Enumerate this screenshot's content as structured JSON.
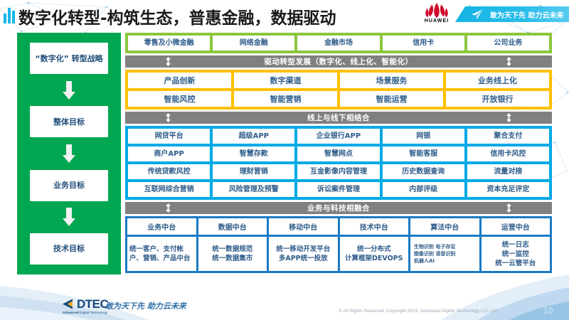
{
  "header": {
    "title": "数字化转型-构筑生态，普惠金融，数据驱动",
    "brand": "HUAWEI",
    "ribbon_text": "敢为天下先 助力云未来",
    "icons": {
      "bars": "bar-chart-decoration-icon",
      "huawei": "huawei-logo-icon",
      "plane": "paper-plane-icon"
    }
  },
  "sidebar": {
    "items": [
      {
        "label": "“数字化”\n转型战略"
      },
      {
        "label": "整体目标"
      },
      {
        "label": "业务目标"
      },
      {
        "label": "技术目标"
      }
    ],
    "arrow_icon": "down-arrow-icon"
  },
  "sections": {
    "business_lines": {
      "color": "#8cc63e",
      "cells": [
        "零售及小微金融",
        "网络金融",
        "金融市场",
        "信用卡",
        "公司业务"
      ]
    },
    "divider1": {
      "label": "驱动转型发展（数字化、线上化、智能化）",
      "color": "#808080",
      "arrow_icon": "up-down-arrow-icon"
    },
    "capabilities": {
      "color": "#ffc000",
      "rows": [
        [
          "产品创新",
          "数字渠道",
          "场景服务",
          "业务线上化"
        ],
        [
          "智能风控",
          "智能营销",
          "智能运营",
          "开放银行"
        ]
      ]
    },
    "divider2": {
      "label": "线上与线下相结合",
      "color": "#808080",
      "arrow_icon": "up-down-arrow-icon"
    },
    "applications": {
      "color": "#00a9e5",
      "rows": [
        [
          "网贷平台",
          "超级APP",
          "企业银行APP",
          "网银",
          "聚合支付"
        ],
        [
          "商户APP",
          "智慧存款",
          "智慧网点",
          "智能客服",
          "信用卡风控"
        ],
        [
          "传统贷款风控",
          "理财营销",
          "互金影像内容管理",
          "历史数据查询",
          "流量对接"
        ],
        [
          "互联网综合营销",
          "风险管理及预警",
          "诉讼案件管理",
          "内部评级",
          "资本充足评定"
        ]
      ]
    },
    "divider3": {
      "label": "业务与科技相融合",
      "color": "#808080",
      "arrow_icon": "up-down-arrow-icon"
    },
    "platforms": {
      "color": "#1a7ac4",
      "columns": [
        {
          "head": "业务中台",
          "body": "统一客户、支付帐户、营销、产品中台",
          "style": "left"
        },
        {
          "head": "数据中台",
          "body": "统一数据规范\n统一数据集市",
          "style": "center"
        },
        {
          "head": "移动中台",
          "body": "统一移动开发平台\n多APP统一投放",
          "style": "center"
        },
        {
          "head": "技术中台",
          "body": "统一分布式\n计算框架DEVOPS",
          "style": "center"
        },
        {
          "head": "算法中台",
          "body": "生物识别 电子存证\n图像识别 语音识别\n机器人AI",
          "style": "tiny"
        },
        {
          "head": "运营中台",
          "body": "统一日志\n统一监控\n统一云管平台",
          "style": "center"
        }
      ]
    }
  },
  "footer": {
    "logo_word": "DTEC",
    "logo_sub_bold": "Advanced",
    "logo_sub_rest": " Digital Technology",
    "slogan": "敢为天下先   助力云未来",
    "copyright": "© All Rights Reserved. Copyright 2019, Advanced Digital Technology CO.,Ltd",
    "page_number": "10",
    "logo_icon": "dtec-arrow-logo-icon"
  }
}
